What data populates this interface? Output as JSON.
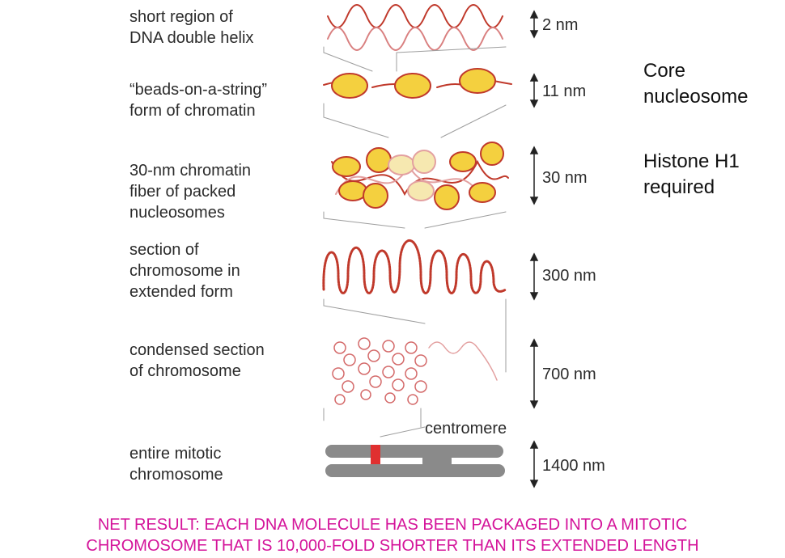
{
  "stages": [
    {
      "label": "short region of\nDNA double helix",
      "scale": "2 nm"
    },
    {
      "label": "“beads-on-a-string”\nform of chromatin",
      "scale": "11 nm"
    },
    {
      "label": "30-nm chromatin\nfiber of packed\nnucleosomes",
      "scale": "30 nm"
    },
    {
      "label": "section of\nchromosome in\nextended form",
      "scale": "300 nm"
    },
    {
      "label": "condensed section\nof chromosome",
      "scale": "700 nm"
    },
    {
      "label": "entire mitotic\nchromosome",
      "scale": "1400 nm"
    }
  ],
  "annotations": {
    "core": "Core\nnucleosome",
    "histone": "Histone H1\nrequired",
    "centromere": "centromere"
  },
  "footer": "NET RESULT: EACH DNA MOLECULE HAS BEEN PACKAGED INTO A MITOTIC\nCHROMOSOME THAT IS 10,000-FOLD SHORTER THAN ITS EXTENDED LENGTH",
  "colors": {
    "dna": "#c0392b",
    "bead": "#f4d03f",
    "chromosome": "#8a8a8a",
    "centromere": "#e03030",
    "footer": "#d4149a"
  }
}
